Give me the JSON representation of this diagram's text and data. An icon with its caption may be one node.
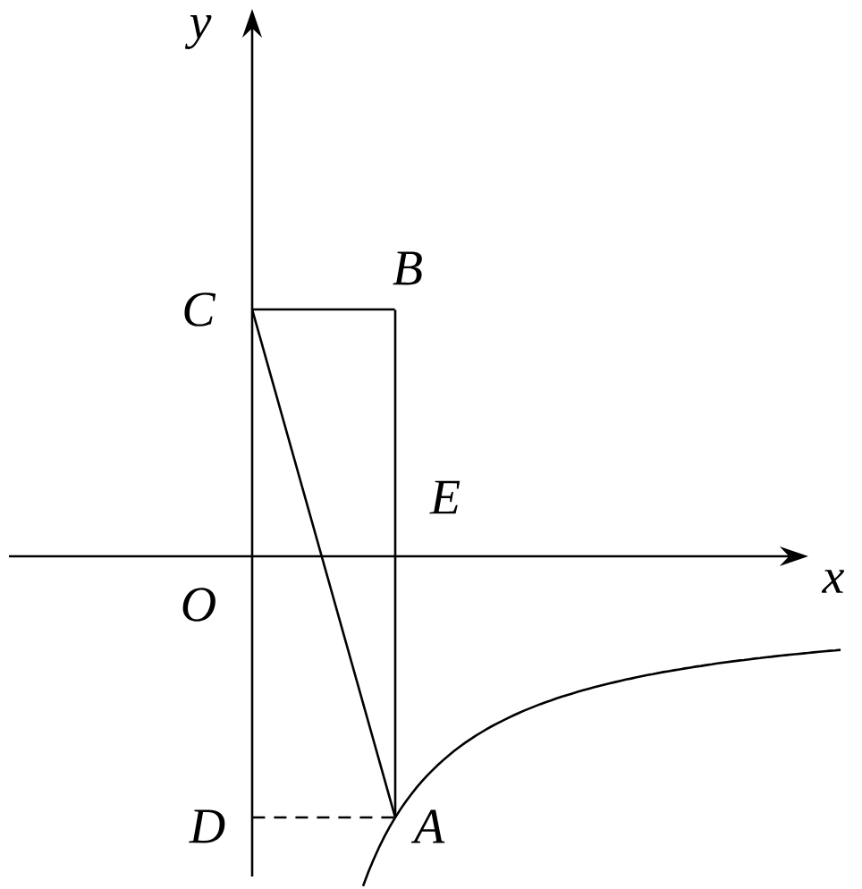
{
  "diagram": {
    "nodes": [
      {
        "text": [
          "C"
        ]
      },
      {
        "text": [
          "B"
        ]
      },
      {
        "text": [
          "E"
        ]
      },
      {
        "text": [
          "O"
        ]
      },
      {
        "text": [
          "D"
        ]
      },
      {
        "text": [
          "A"
        ]
      }
    ],
    "edges": [
      {
        "from": 0,
        "to": 1,
        "arrow": "none"
      },
      {
        "from": 1,
        "to": 5,
        "arrow": "none"
      },
      {
        "from": 0,
        "to": 5,
        "arrow": "none"
      },
      {
        "from": 4,
        "to": 5,
        "arrow": "none",
        "style": "dashed"
      }
    ],
    "labels": [
      "y",
      "x"
    ]
  }
}
